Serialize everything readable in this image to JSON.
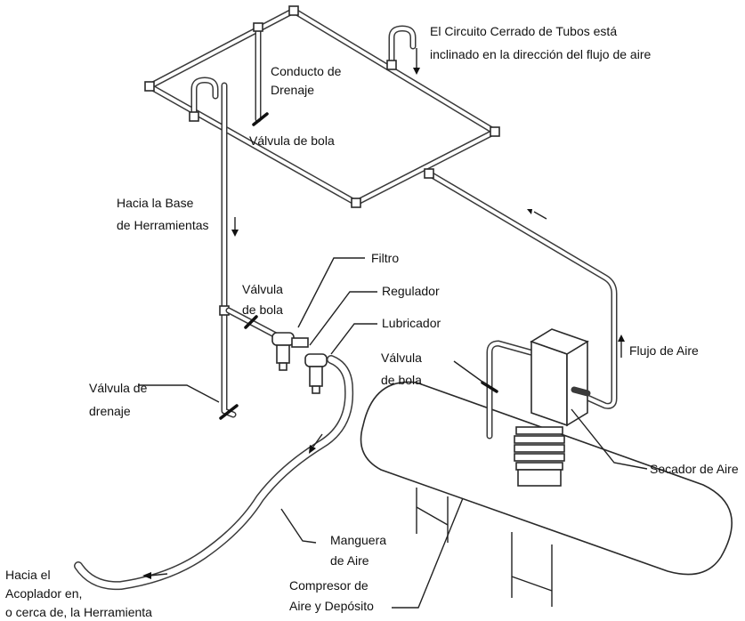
{
  "labels": {
    "closed_loop_l1": "El Circuito Cerrado de Tubos está",
    "closed_loop_l2": "inclinado en la dirección del flujo de aire",
    "drain_conduit_l1": "Conducto de",
    "drain_conduit_l2": "Drenaje",
    "ball_valve_top": "Válvula de bola",
    "to_tool_base_l1": "Hacia la Base",
    "to_tool_base_l2": "de Herramientas",
    "filter": "Filtro",
    "ball_valve_mid_l1": "Válvula",
    "ball_valve_mid_l2": "de bola",
    "regulator": "Regulador",
    "lubricator": "Lubricador",
    "ball_valve_right_l1": "Válvula",
    "ball_valve_right_l2": "de bola",
    "air_flow": "Flujo de Aire",
    "drain_valve_l1": "Válvula de",
    "drain_valve_l2": "drenaje",
    "air_dryer": "Secador de Aire",
    "air_hose_l1": "Manguera",
    "air_hose_l2": "de Aire",
    "compressor_l1": "Compresor de",
    "compressor_l2": "Aire y Depósito",
    "to_coupler_l1": "Hacia el",
    "to_coupler_l2": "Acoplador en,",
    "to_coupler_l3": "o cerca de, la Herramienta"
  }
}
